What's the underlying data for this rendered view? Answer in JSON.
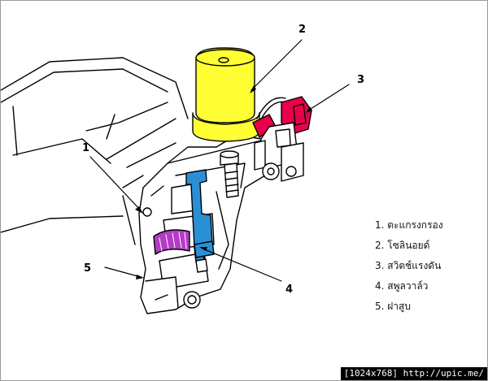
{
  "callouts": [
    {
      "num": "1"
    },
    {
      "num": "2"
    },
    {
      "num": "3"
    },
    {
      "num": "4"
    },
    {
      "num": "5"
    }
  ],
  "legend": [
    {
      "label": "1. ตะแกรงกรอง"
    },
    {
      "label": "2. โซลินอยด์"
    },
    {
      "label": "3. สวิตช์แรงดัน"
    },
    {
      "label": "4. สพูลวาล์ว"
    },
    {
      "label": "5. ฝาสูบ"
    }
  ],
  "footer": {
    "text": "[1024x768] http://upic.me/"
  },
  "colors": {
    "solenoid": "#ffff33",
    "pressure_switch": "#e8004a",
    "spool_valve": "#2b8fd6",
    "strainer": "#b43cc4",
    "line": "#000000",
    "footer_bg": "#000000"
  }
}
